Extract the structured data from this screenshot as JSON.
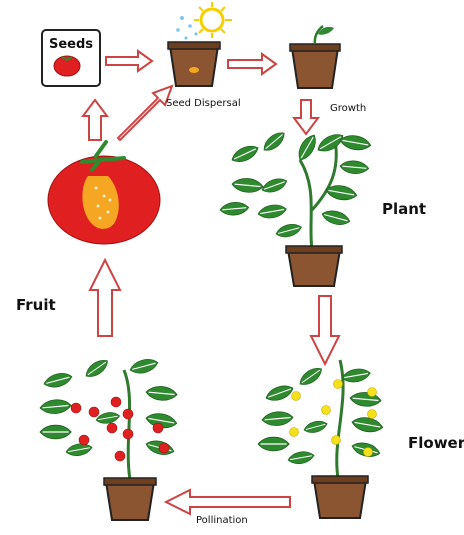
{
  "diagram": {
    "seed_packet_label": "Seeds",
    "labels": {
      "seed_dispersal": "Seed Dispersal",
      "growth": "Growth",
      "plant": "Plant",
      "flower": "Flower",
      "pollination": "Pollination",
      "fruit": "Fruit"
    },
    "colors": {
      "arrow_outline": "#cc4444",
      "soil": "#8a5530",
      "pot_rim": "#6e3f1e",
      "leaf": "#2f8a2f",
      "leaf_vein": "#ffffff",
      "stem": "#2f7a2f",
      "tomato": "#e02020",
      "tomato_flesh": "#f5a623",
      "flower": "#f5e11a",
      "sun": "#f5d000",
      "water_drop": "#7ac7ee"
    }
  }
}
